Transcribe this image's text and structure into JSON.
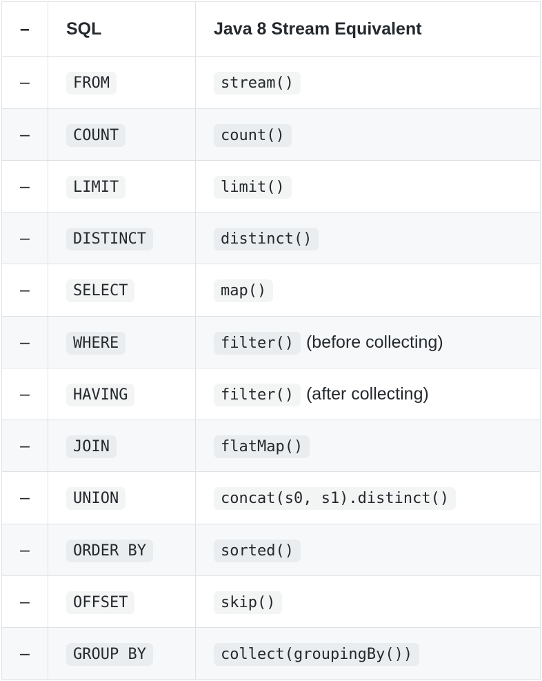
{
  "theme": {
    "text_color": "#24292e",
    "border_color": "#dfe2e5",
    "stripe_color": "#f6f8fa",
    "chip_background": "rgba(27,31,35,0.05)"
  },
  "table": {
    "header": {
      "col_dash": "–",
      "col_sql": "SQL",
      "col_java": "Java 8 Stream Equivalent"
    },
    "rows": [
      {
        "dash": "–",
        "sql": "FROM",
        "java_code": "stream()",
        "java_note": ""
      },
      {
        "dash": "–",
        "sql": "COUNT",
        "java_code": "count()",
        "java_note": ""
      },
      {
        "dash": "–",
        "sql": "LIMIT",
        "java_code": "limit()",
        "java_note": ""
      },
      {
        "dash": "–",
        "sql": "DISTINCT",
        "java_code": "distinct()",
        "java_note": ""
      },
      {
        "dash": "–",
        "sql": "SELECT",
        "java_code": "map()",
        "java_note": ""
      },
      {
        "dash": "–",
        "sql": "WHERE",
        "java_code": "filter()",
        "java_note": "(before collecting)"
      },
      {
        "dash": "–",
        "sql": "HAVING",
        "java_code": "filter()",
        "java_note": "(after collecting)"
      },
      {
        "dash": "–",
        "sql": "JOIN",
        "java_code": "flatMap()",
        "java_note": ""
      },
      {
        "dash": "–",
        "sql": "UNION",
        "java_code": "concat(s0, s1).distinct()",
        "java_note": ""
      },
      {
        "dash": "–",
        "sql": "ORDER BY",
        "java_code": "sorted()",
        "java_note": ""
      },
      {
        "dash": "–",
        "sql": "OFFSET",
        "java_code": "skip()",
        "java_note": ""
      },
      {
        "dash": "–",
        "sql": "GROUP BY",
        "java_code": "collect(groupingBy())",
        "java_note": ""
      }
    ]
  }
}
